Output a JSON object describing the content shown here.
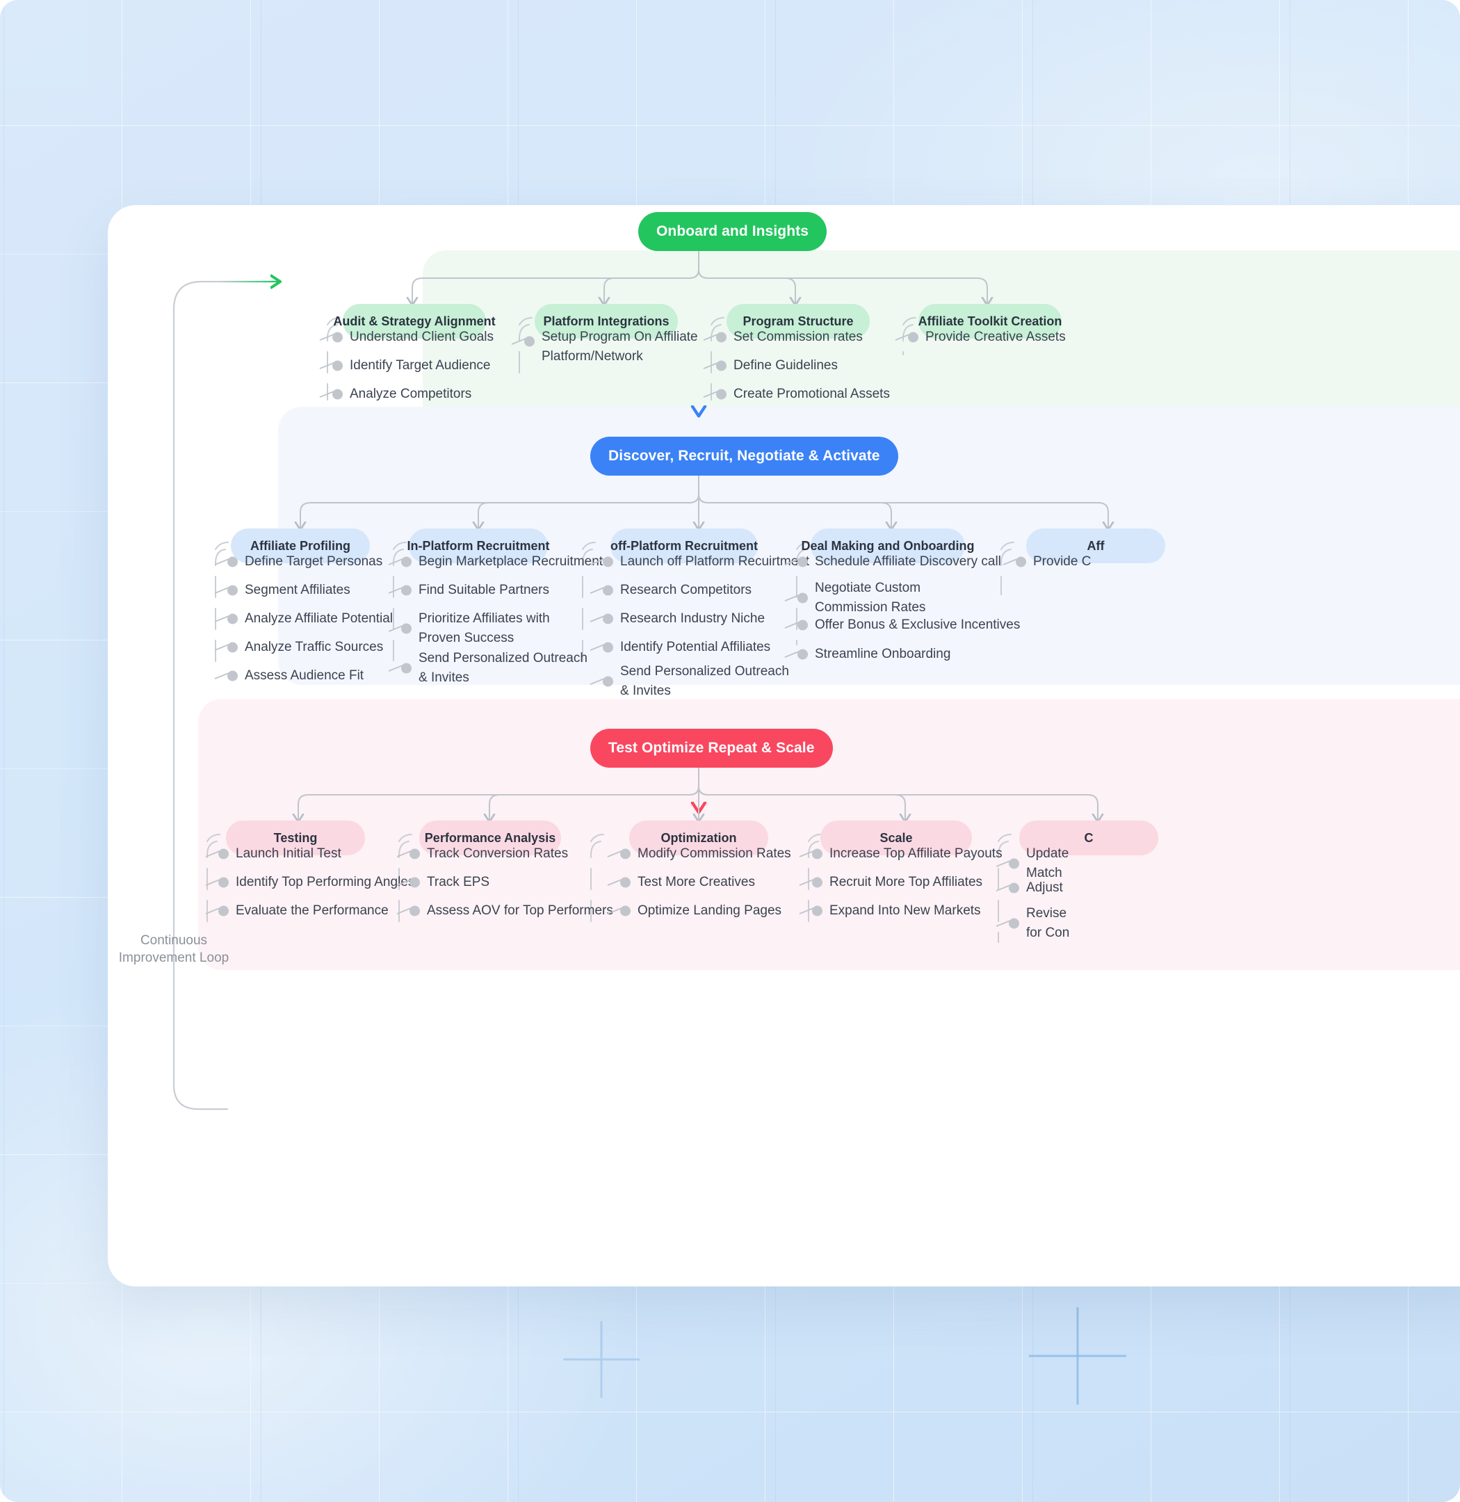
{
  "diagram": {
    "loop_label": "Continuous\nImprovement Loop",
    "colors": {
      "green_accent": "#22c55e",
      "blue_accent": "#3b82f6",
      "red_accent": "#f9475f",
      "green_panel": "#eff9f2",
      "blue_panel": "#f3f6fd",
      "pink_panel": "#fdf2f5",
      "green_pill": "#c7f0d6",
      "blue_pill": "#d6e7fb",
      "pink_pill": "#fbd9e2",
      "page_bg": "#d4e8fa",
      "card_bg": "#ffffff",
      "leaf_text": "#3b4250",
      "dot": "#c2c6cc"
    },
    "stages": [
      {
        "id": "onboard",
        "title": "Onboard and Insights",
        "accent": "#22c55e",
        "branches": [
          {
            "title": "Audit & Strategy Alignment",
            "items": [
              "Understand Client Goals",
              "Identify Target Audience",
              "Analyze Competitors"
            ]
          },
          {
            "title": "Platform Integrations",
            "items": [
              "Setup Program On Affiliate\nPlatform/Network"
            ]
          },
          {
            "title": "Program Structure",
            "items": [
              "Set Commission rates",
              "Define Guidelines",
              "Create Promotional Assets"
            ]
          },
          {
            "title": "Affiliate Toolkit Creation",
            "items": [
              "Provide Creative Assets"
            ]
          }
        ]
      },
      {
        "id": "discover",
        "title": "Discover, Recruit, Negotiate & Activate",
        "accent": "#3b82f6",
        "branches": [
          {
            "title": "Affiliate Profiling",
            "items": [
              "Define Target Personas",
              "Segment Affiliates",
              "Analyze Affiliate Potential",
              "Analyze Traffic Sources",
              "Assess Audience Fit"
            ]
          },
          {
            "title": "In-Platform Recruitment",
            "items": [
              "Begin Marketplace Recruitment",
              "Find Suitable Partners",
              "Prioritize Affiliates with\nProven Success",
              "Send Personalized Outreach\n& Invites"
            ]
          },
          {
            "title": "off-Platform Recruitment",
            "items": [
              "Launch off Platform Recuirtment",
              "Research Competitors",
              "Research Industry Niche",
              "Identify Potential Affiliates",
              "Send Personalized Outreach\n& Invites"
            ]
          },
          {
            "title": "Deal Making and Onboarding",
            "items": [
              "Schedule Affiliate Discovery call",
              "Negotiate Custom\nCommission Rates",
              "Offer Bonus & Exclusive Incentives",
              "Streamline Onboarding"
            ]
          },
          {
            "title": "Aff",
            "items": [
              "Provide C"
            ]
          }
        ]
      },
      {
        "id": "test",
        "title": "Test Optimize Repeat & Scale",
        "accent": "#f9475f",
        "branches": [
          {
            "title": "Testing",
            "items": [
              "Launch Initial Test",
              "Identify Top Performing Angles",
              "Evaluate the Performance"
            ]
          },
          {
            "title": "Performance Analysis",
            "items": [
              "Track Conversion Rates",
              "Track EPS",
              "Assess AOV for Top Performers"
            ]
          },
          {
            "title": "Optimization",
            "items": [
              "Modify Commission Rates",
              "Test More Creatives",
              "Optimize Landing Pages"
            ]
          },
          {
            "title": "Scale",
            "items": [
              "Increase Top Affiliate Payouts",
              "Recruit More Top Affiliates",
              "Expand Into New Markets"
            ]
          },
          {
            "title": "C",
            "items": [
              "Update\nMatch ",
              "Adjust ",
              "Revise\nfor Con"
            ]
          }
        ]
      }
    ]
  }
}
